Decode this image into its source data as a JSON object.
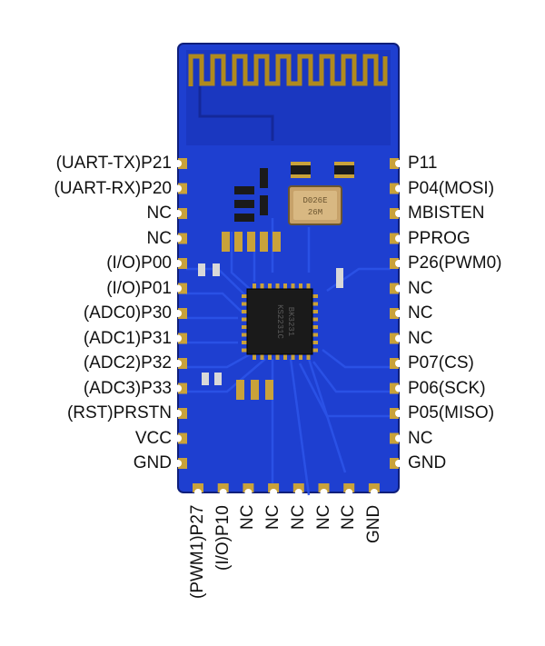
{
  "diagram": {
    "left_pins": [
      "(UART-TX)P21",
      "(UART-RX)P20",
      "NC",
      "NC",
      "(I/O)P00",
      "(I/O)P01",
      "(ADC0)P30",
      "(ADC1)P31",
      "(ADC2)P32",
      "(ADC3)P33",
      "(RST)PRSTN",
      "VCC",
      "GND"
    ],
    "right_pins": [
      "P11",
      "P04(MOSI)",
      "MBISTEN",
      "PPROG",
      "P26(PWM0)",
      "NC",
      "NC",
      "NC",
      "P07(CS)",
      "P06(SCK)",
      "P05(MISO)",
      "NC",
      "GND"
    ],
    "bottom_pins": [
      "(PWM1)P27",
      "(I/O)P10",
      "NC",
      "NC",
      "NC",
      "NC",
      "NC",
      "GND"
    ],
    "chip_marking": [
      "BK3231",
      "KS2231C"
    ],
    "crystal_marking": [
      "D026E",
      "26M"
    ],
    "colors": {
      "pcb": "#1e3fd0",
      "pcb_dark": "#14289a",
      "antenna_gold": "#b08a1e",
      "pad_gold": "#c9a23a",
      "chip": "#1a1a1a",
      "crystal": "#c7a26a"
    }
  }
}
